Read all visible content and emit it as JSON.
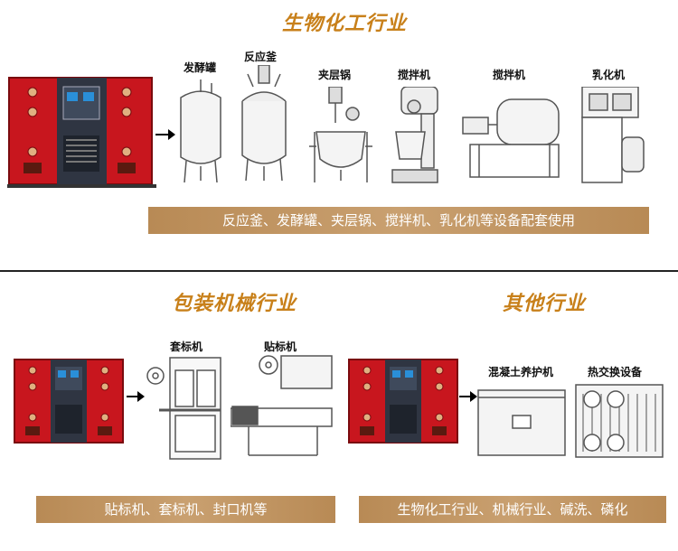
{
  "sections": {
    "chem": {
      "title": "生物化工行业",
      "machines": [
        "发酵罐",
        "反应釜",
        "夹层锅",
        "搅拌机",
        "搅拌机",
        "乳化机"
      ],
      "caption": "反应釜、发酵罐、夹层锅、搅拌机、乳化机等设备配套使用"
    },
    "pack": {
      "title": "包装机械行业",
      "machines": [
        "套标机",
        "贴标机"
      ],
      "caption": "贴标机、套标机、封口机等"
    },
    "other": {
      "title": "其他行业",
      "machines": [
        "混凝土养护机",
        "热交换设备"
      ],
      "caption": "生物化工行业、机械行业、碱洗、磷化"
    }
  },
  "colors": {
    "boiler_red": "#c8161e",
    "accent": "#c8801a",
    "banner": "#c29a6b"
  },
  "icons": [
    "boiler-icon",
    "arrow-right-icon",
    "fermenter-icon",
    "reactor-icon",
    "jacketed-kettle-icon",
    "mixer-icon",
    "horizontal-mixer-icon",
    "emulsifier-icon",
    "sleeve-labeler-icon",
    "labeler-icon",
    "concrete-curing-icon",
    "heat-exchanger-icon"
  ]
}
